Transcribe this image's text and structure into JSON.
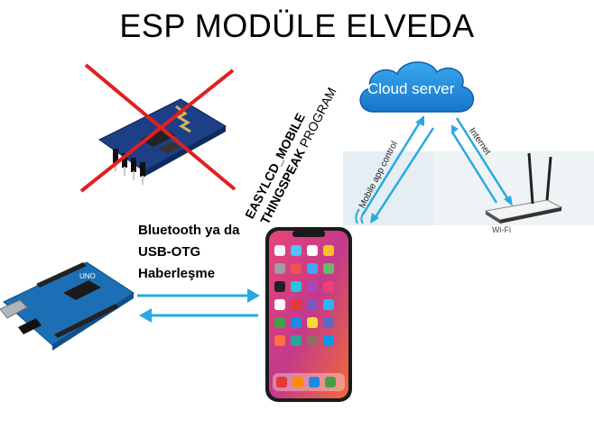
{
  "title": "ESP MODÜLE ELVEDA",
  "cloud": {
    "label": "Cloud server"
  },
  "program": {
    "line1": "EASYLCD_MOBILE",
    "line2_bold": "THINGSPEAK",
    "line2_rest": " PROGRAM"
  },
  "links": {
    "mobile_control": "Mobile app control",
    "internet": "Internet",
    "wifi": "Wi-Fi"
  },
  "bluetooth": {
    "lines": [
      "Bluetooth ya da",
      "USB-OTG",
      "Haberleşme"
    ]
  },
  "colors": {
    "arrow_blue": "#29a8e0",
    "cross_red": "#e02020",
    "cloud_blue": "#1c8ee0"
  }
}
